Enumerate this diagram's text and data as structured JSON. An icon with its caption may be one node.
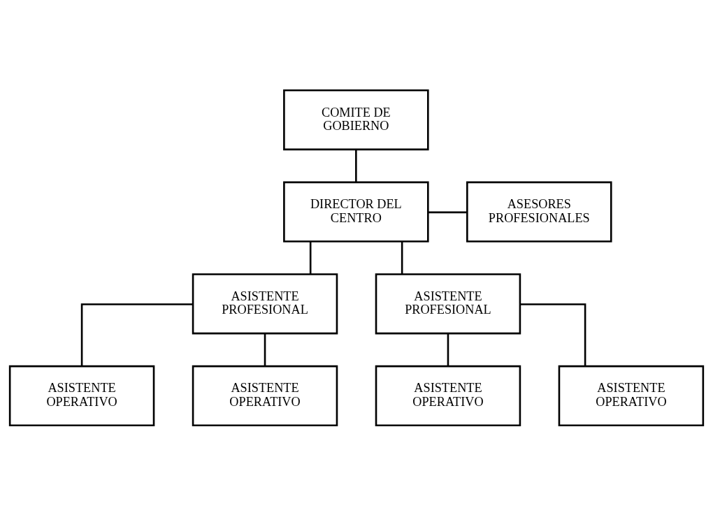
{
  "diagram": {
    "nodes": [
      {
        "text": [
          "COMITE DE GOBIERNO"
        ]
      },
      {
        "text": [
          "DIRECTOR DEL CENTRO"
        ]
      },
      {
        "text": [
          "ASESORES PROFESIONALES"
        ]
      },
      {
        "text": [
          "ASISTENTE PROFESIONAL"
        ]
      },
      {
        "text": [
          "ASISTENTE PROFESIONAL"
        ]
      },
      {
        "text": [
          "ASISTENTE OPERATIVO"
        ]
      },
      {
        "text": [
          "ASISTENTE OPERATIVO"
        ]
      },
      {
        "text": [
          "ASISTENTE OPERATIVO"
        ]
      },
      {
        "text": [
          "ASISTENTE OPERATIVO"
        ]
      }
    ],
    "edges": [
      {
        "from": 0,
        "to": 1,
        "arrow": "none"
      },
      {
        "from": 1,
        "to": 2,
        "arrow": "none"
      },
      {
        "from": 1,
        "to": 3,
        "arrow": "none"
      },
      {
        "from": 1,
        "to": 4,
        "arrow": "none"
      },
      {
        "from": 3,
        "to": 5,
        "arrow": "none"
      },
      {
        "from": 3,
        "to": 6,
        "arrow": "none"
      },
      {
        "from": 4,
        "to": 7,
        "arrow": "none"
      },
      {
        "from": 4,
        "to": 8,
        "arrow": "none"
      }
    ]
  }
}
